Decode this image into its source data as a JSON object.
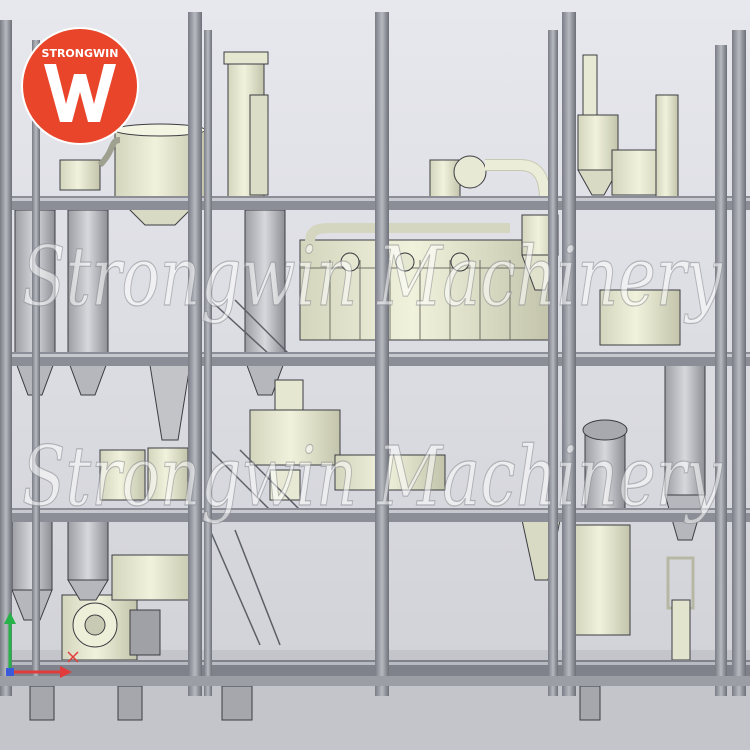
{
  "logo": {
    "brand_text": "STRONGWIN",
    "letter": "W",
    "colors": {
      "circle": "#e8452b",
      "inner": "#ffffff"
    }
  },
  "watermark": {
    "text": "Strongwin Machinery",
    "color": "#ffffff"
  },
  "axis_gizmo": {
    "y_color": "#27b34a",
    "x_color": "#e23b3b",
    "origin_color": "#3a5bd9"
  },
  "colors": {
    "background": "#dcdde2",
    "frame": "#9a9ca4",
    "frame_dark": "#6f727a",
    "machine": "#ecedd6",
    "machine_shade": "#c9cab2",
    "edge": "#3b3d42",
    "floor": "#8f9198"
  }
}
